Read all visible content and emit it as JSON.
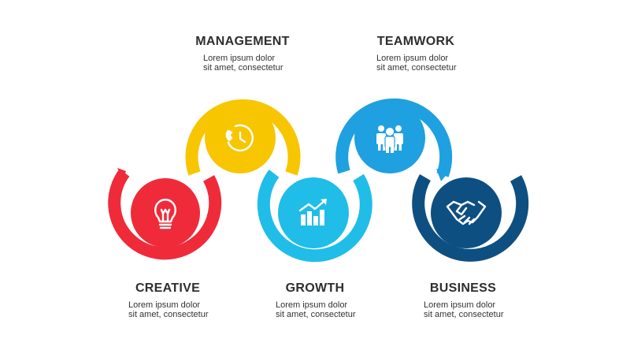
{
  "colors": {
    "creative": "#ef2b3a",
    "management": "#f7c600",
    "growth": "#20bde8",
    "teamwork": "#1fa0e0",
    "business": "#0e4f82"
  },
  "steps": [
    {
      "key": "creative",
      "title": "CREATIVE",
      "text1": "Lorem ipsum dolor",
      "text2": "sit amet, consectetur",
      "icon": "lightbulb-icon"
    },
    {
      "key": "management",
      "title": "MANAGEMENT",
      "text1": "Lorem ipsum dolor",
      "text2": "sit amet, consectetur",
      "icon": "clock-phone-icon"
    },
    {
      "key": "growth",
      "title": "GROWTH",
      "text1": "Lorem ipsum dolor",
      "text2": "sit amet, consectetur",
      "icon": "bar-chart-growth-icon"
    },
    {
      "key": "teamwork",
      "title": "TEAMWORK",
      "text1": "Lorem ipsum dolor",
      "text2": "sit amet, consectetur",
      "icon": "team-people-icon"
    },
    {
      "key": "business",
      "title": "BUSINESS",
      "text1": "Lorem ipsum dolor",
      "text2": "sit amet, consectetur",
      "icon": "handshake-icon"
    }
  ]
}
